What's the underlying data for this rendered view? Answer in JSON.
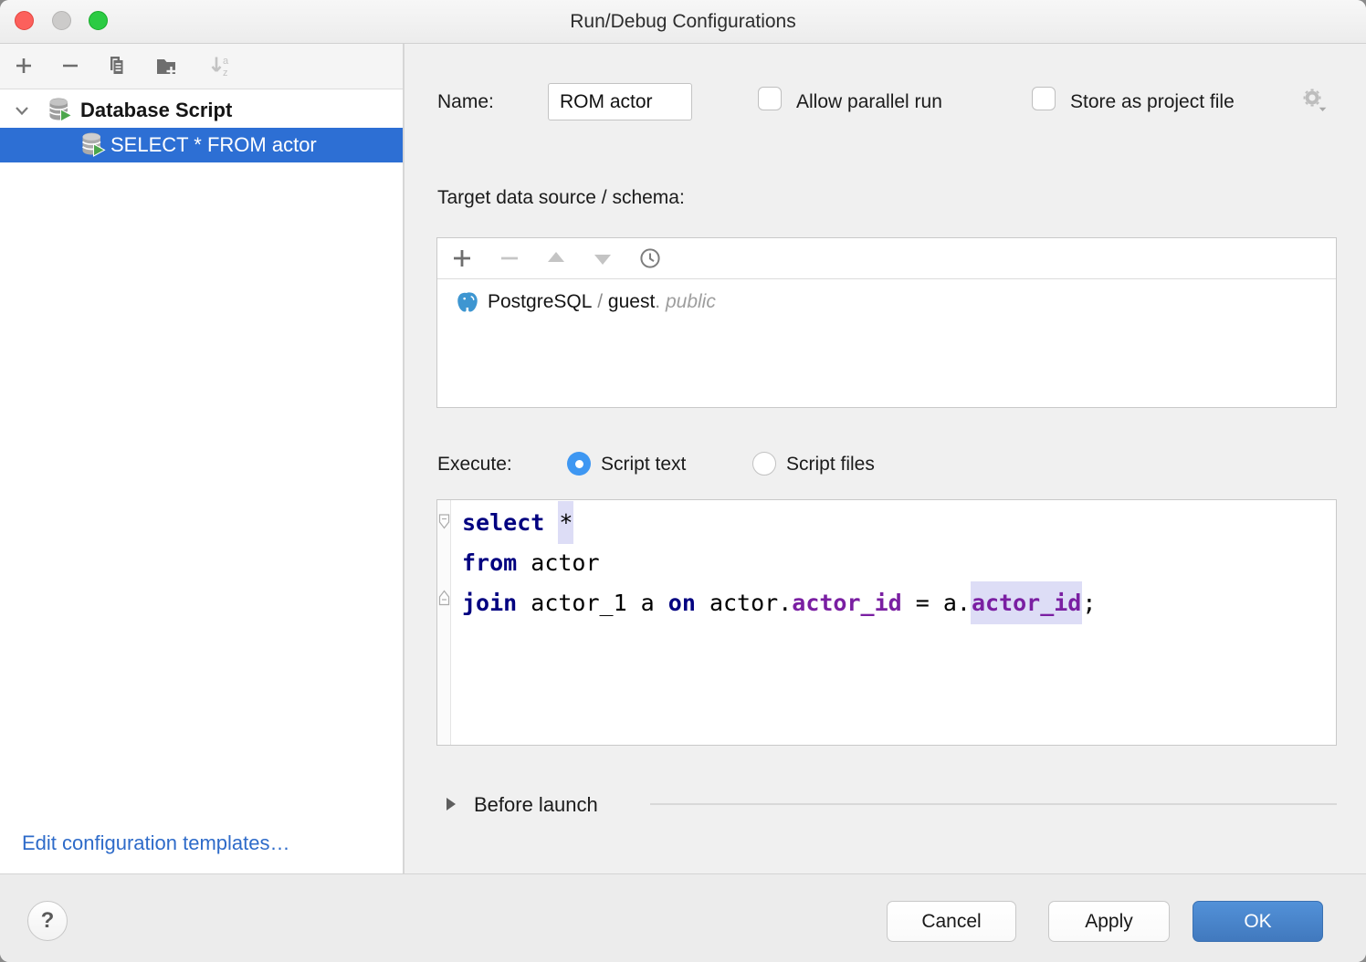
{
  "window": {
    "title": "Run/Debug Configurations"
  },
  "colors": {
    "selection_blue": "#2D6FD4",
    "accent_radio_blue": "#3E97F2",
    "ok_button_blue": "#4179BE",
    "link_blue": "#2E6BC9",
    "keyword_navy": "#000080",
    "column_purple": "#7A1FA2",
    "identifier_highlight_lavender": "#DDDDF6",
    "postgres_icon_blue": "#3E96D1",
    "run_triangle_green": "#4CA64C",
    "traffic_close_red": "#FC605C",
    "traffic_zoom_green": "#2BCB43"
  },
  "sidebar": {
    "toolbar": {
      "icons": [
        "add",
        "remove",
        "copy",
        "new-folder",
        "sort-alphabetically"
      ],
      "sort_letter_top": "a",
      "sort_letter_bottom": "z"
    },
    "tree": {
      "group_label": "Database Script",
      "selected_item_label": "SELECT * FROM actor"
    },
    "edit_templates_link": "Edit configuration templates…"
  },
  "form": {
    "name_label": "Name:",
    "name_value": "ROM actor",
    "allow_parallel_run_label": "Allow parallel run",
    "store_as_project_file_label": "Store as project file",
    "target_label": "Target data source / schema:",
    "datasource_toolbar_icons": [
      "add",
      "remove",
      "move-up",
      "move-down",
      "history"
    ],
    "datasource_item": {
      "engine": "PostgreSQL",
      "separator": " / ",
      "database": "guest",
      "dot": ". ",
      "schema": "public"
    },
    "execute_label": "Execute:",
    "script_text_label": "Script text",
    "script_files_label": "Script files",
    "before_launch_label": "Before launch"
  },
  "editor": {
    "lines": [
      [
        {
          "t": "select",
          "c": "kw"
        },
        {
          "t": " ",
          "c": "pl"
        },
        {
          "t": "*",
          "c": "pl hl"
        }
      ],
      [
        {
          "t": "from",
          "c": "kw"
        },
        {
          "t": " actor",
          "c": "pl"
        }
      ],
      [
        {
          "t": "join",
          "c": "kw"
        },
        {
          "t": " actor_1 a ",
          "c": "pl"
        },
        {
          "t": "on",
          "c": "kw"
        },
        {
          "t": " actor.",
          "c": "pl"
        },
        {
          "t": "actor_id",
          "c": "col"
        },
        {
          "t": " = a.",
          "c": "pl"
        },
        {
          "t": "actor_id",
          "c": "col hl"
        },
        {
          "t": ";",
          "c": "pl"
        }
      ]
    ]
  },
  "footer": {
    "help_label": "?",
    "cancel_label": "Cancel",
    "apply_label": "Apply",
    "ok_label": "OK"
  }
}
